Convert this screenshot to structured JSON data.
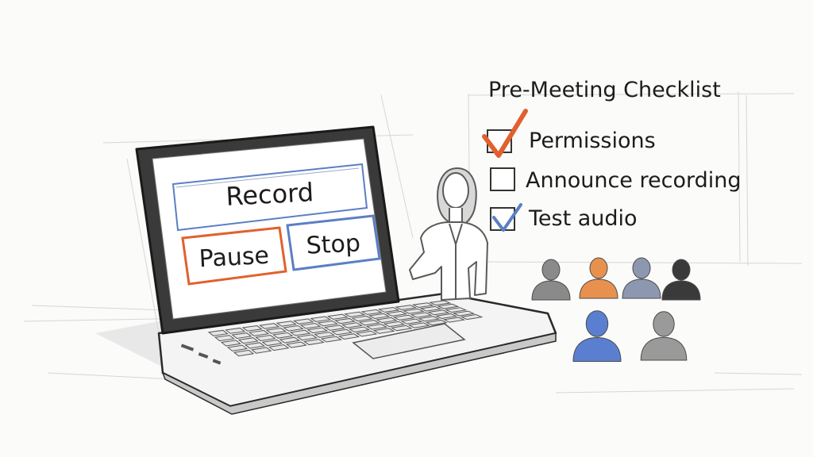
{
  "laptop_screen": {
    "record_label": "Record",
    "pause_label": "Pause",
    "stop_label": "Stop"
  },
  "checklist": {
    "title": "Pre-Meeting Checklist",
    "items": [
      {
        "label": "Permissions",
        "state": "checked",
        "check_color": "#e0612f"
      },
      {
        "label": "Announce recording",
        "state": "unchecked",
        "check_color": ""
      },
      {
        "label": "Test audio",
        "state": "checked",
        "check_color": "#5b7fc4"
      }
    ]
  },
  "participants": [
    {
      "icon": "person-icon",
      "color": "#8a8a8a"
    },
    {
      "icon": "person-icon",
      "color": "#e8914f"
    },
    {
      "icon": "person-icon",
      "color": "#8d98b0"
    },
    {
      "icon": "person-icon",
      "color": "#3a3a3a"
    },
    {
      "icon": "person-icon",
      "color": "#5b7fd0"
    },
    {
      "icon": "person-icon",
      "color": "#9a9a9a"
    }
  ],
  "colors": {
    "accent_orange": "#e0612f",
    "accent_blue": "#5b7fc4",
    "ink": "#1c1c1c"
  }
}
